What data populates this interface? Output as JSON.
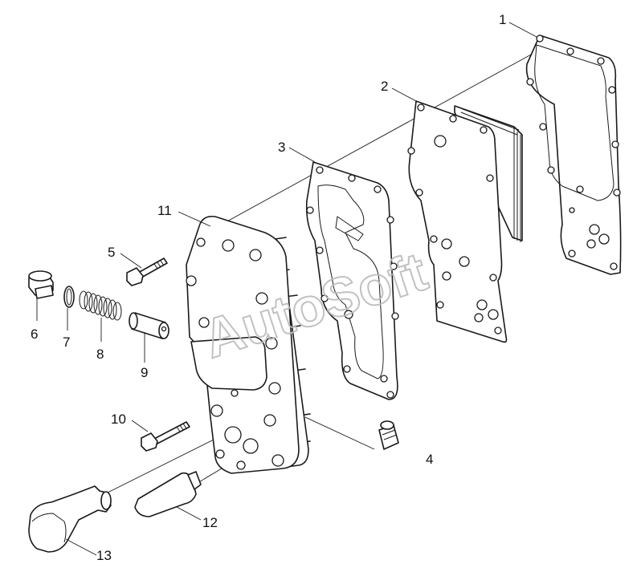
{
  "watermark": "AutoSoft",
  "callouts": {
    "c1": "1",
    "c2": "2",
    "c3": "3",
    "c4": "4",
    "c5": "5",
    "c6": "6",
    "c7": "7",
    "c8": "8",
    "c9": "9",
    "c10": "10",
    "c11": "11",
    "c12": "12",
    "c13": "13"
  }
}
